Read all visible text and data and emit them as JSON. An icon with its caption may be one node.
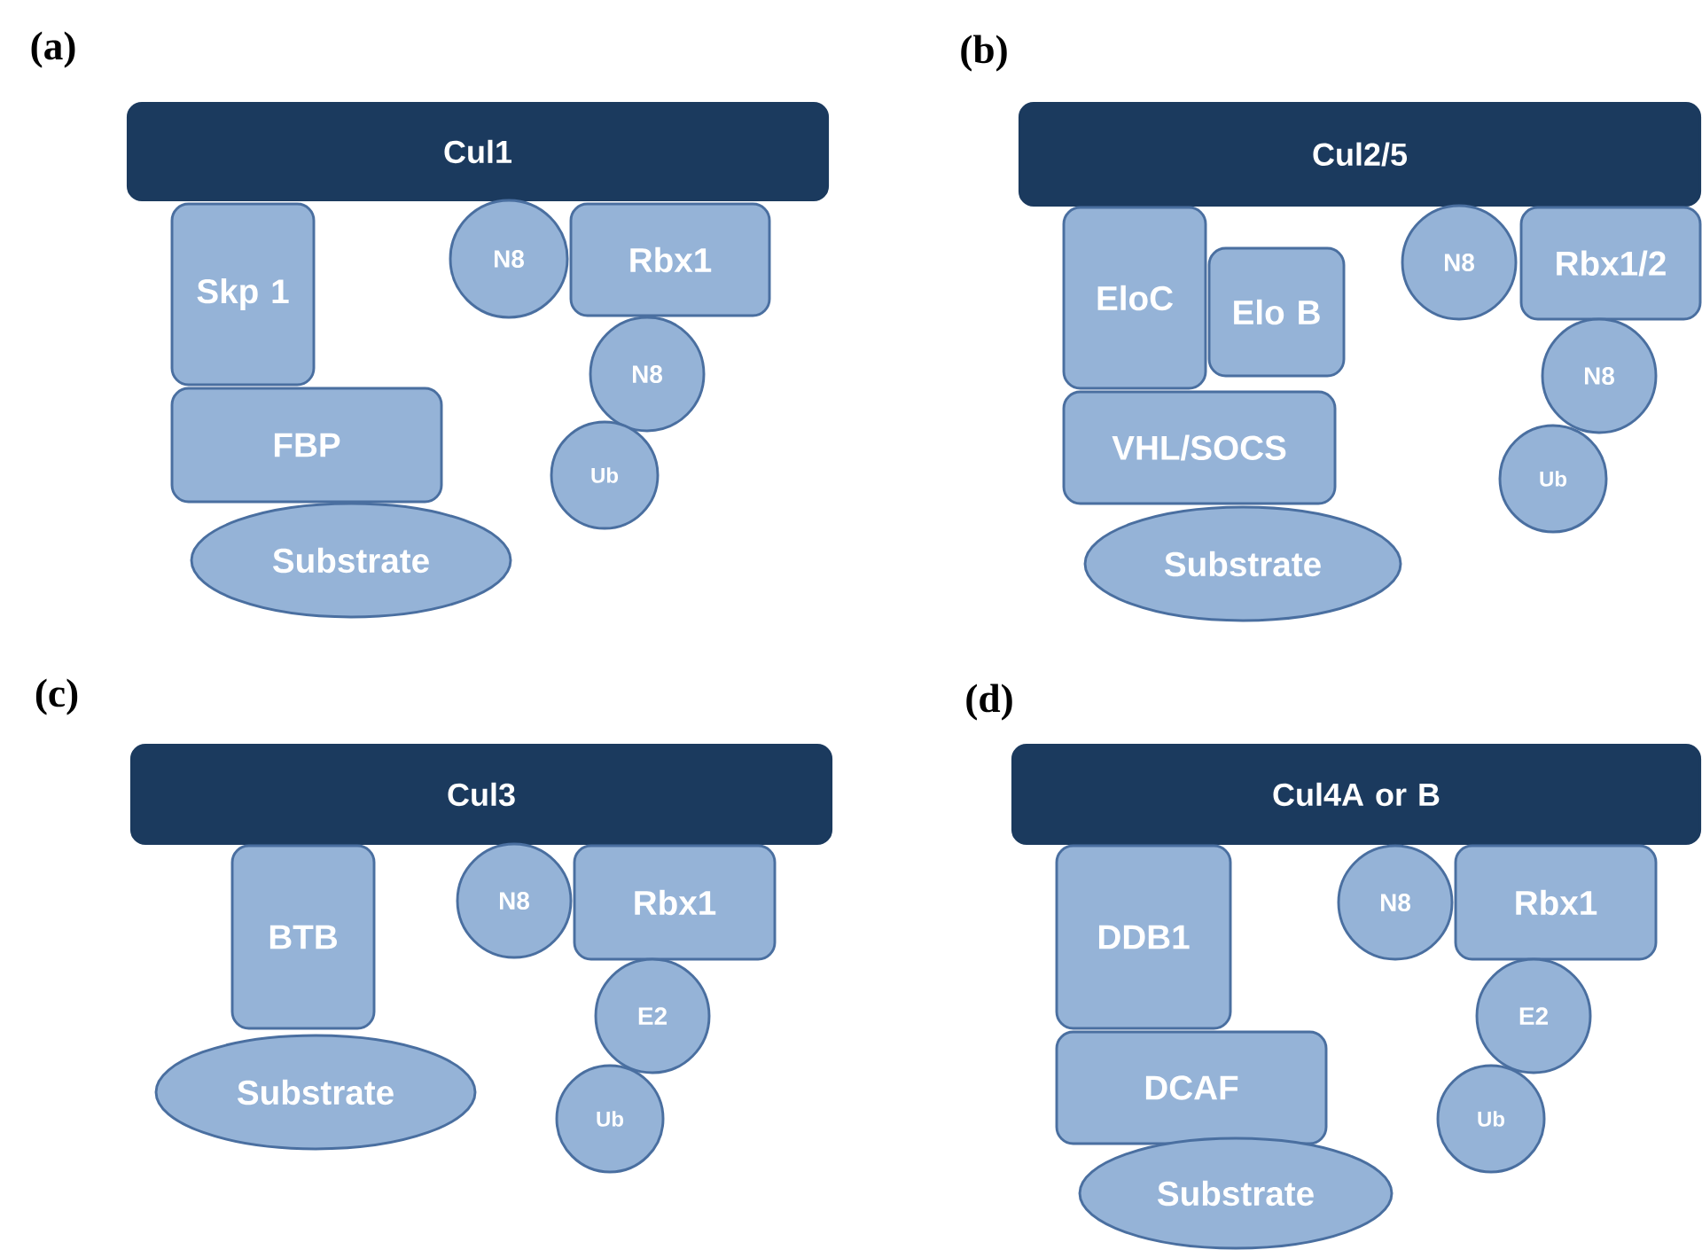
{
  "diagram": {
    "nodes": [
      {
        "text": [
          "Cul1"
        ]
      },
      {
        "text": [
          "Skp 1"
        ]
      },
      {
        "text": [
          "N8"
        ]
      },
      {
        "text": [
          "Rbx1"
        ]
      },
      {
        "text": [
          "N8"
        ]
      },
      {
        "text": [
          "FBP"
        ]
      },
      {
        "text": [
          "Ub"
        ]
      },
      {
        "text": [
          "Substrate"
        ]
      },
      {
        "text": [
          "Cul2/5"
        ]
      },
      {
        "text": [
          "EloC"
        ]
      },
      {
        "text": [
          "Elo B"
        ]
      },
      {
        "text": [
          "N8"
        ]
      },
      {
        "text": [
          "Rbx1/2"
        ]
      },
      {
        "text": [
          "VHL/SOCS"
        ]
      },
      {
        "text": [
          "N8"
        ]
      },
      {
        "text": [
          "Ub"
        ]
      },
      {
        "text": [
          "Substrate"
        ]
      },
      {
        "text": [
          "Cul3"
        ]
      },
      {
        "text": [
          "BTB"
        ]
      },
      {
        "text": [
          "N8"
        ]
      },
      {
        "text": [
          "Rbx1"
        ]
      },
      {
        "text": [
          "E2"
        ]
      },
      {
        "text": [
          "Substrate"
        ]
      },
      {
        "text": [
          "Ub"
        ]
      },
      {
        "text": [
          "Cul4A or B"
        ]
      },
      {
        "text": [
          "DDB1"
        ]
      },
      {
        "text": [
          "N8"
        ]
      },
      {
        "text": [
          "Rbx1"
        ]
      },
      {
        "text": [
          "E2"
        ]
      },
      {
        "text": [
          "DCAF"
        ]
      },
      {
        "text": [
          "Ub"
        ]
      },
      {
        "text": [
          "Substrate"
        ]
      }
    ],
    "edges": [],
    "labels": [
      "(a)",
      "(b)",
      "(c)",
      "(d)"
    ]
  }
}
